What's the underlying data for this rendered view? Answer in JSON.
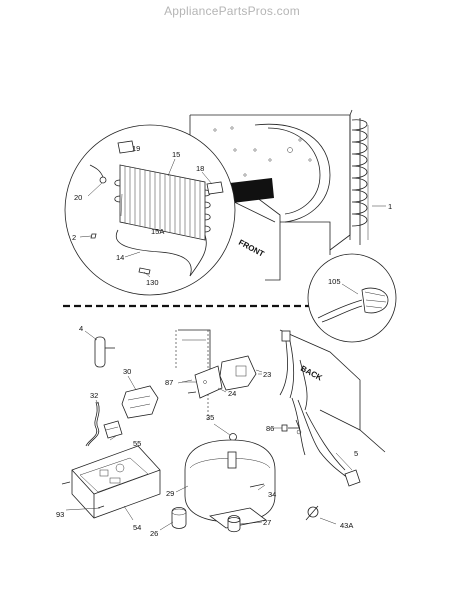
{
  "watermark": "AppliancePartsPros.com",
  "direction_labels": {
    "front": "FRONT",
    "back": "BACK"
  },
  "callouts": {
    "p19": "19",
    "p15": "15",
    "p18": "18",
    "p20": "20",
    "p15a": "15A",
    "p2": "2",
    "p14": "14",
    "p130": "130",
    "p1": "1",
    "p105": "105",
    "p4": "4",
    "p30": "30",
    "p87": "87",
    "p23": "23",
    "p24": "24",
    "p32": "32",
    "p55": "55",
    "p35": "35",
    "p86": "86",
    "p5": "5",
    "p29": "29",
    "p34": "34",
    "p93": "93",
    "p54": "54",
    "p26": "26",
    "p27": "27",
    "p43a": "43A"
  }
}
